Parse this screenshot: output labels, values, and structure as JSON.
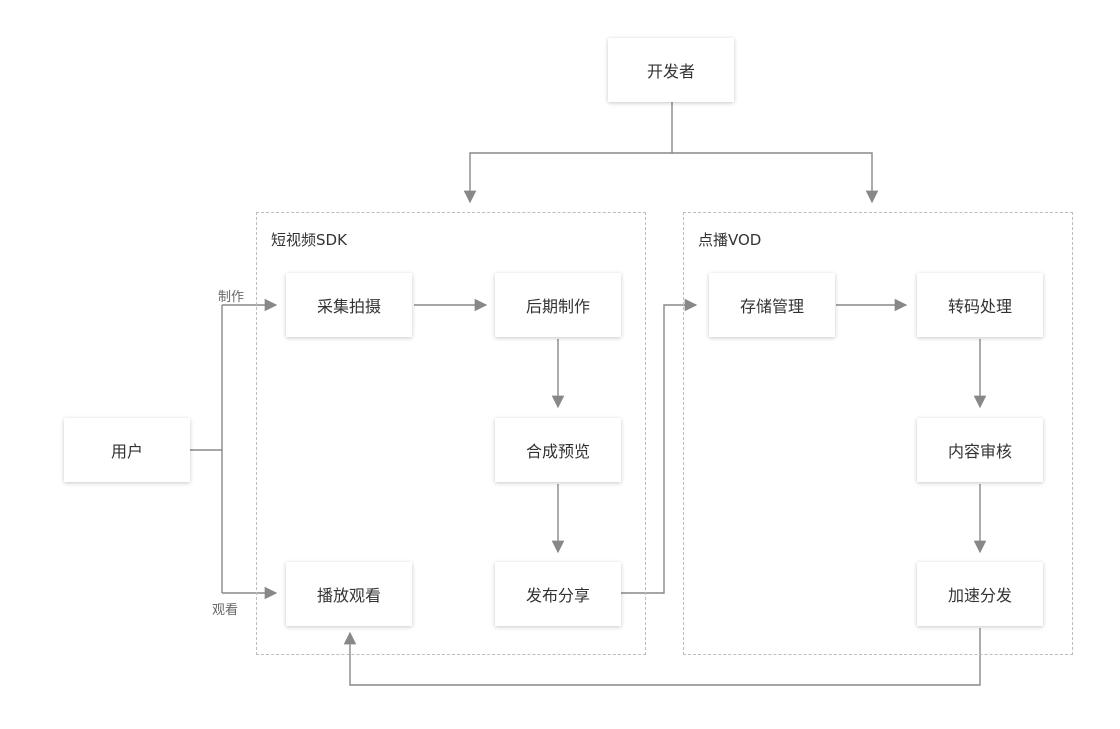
{
  "nodes": {
    "developer": "开发者",
    "user": "用户",
    "capture": "采集拍摄",
    "post_production": "后期制作",
    "compose_preview": "合成预览",
    "publish_share": "发布分享",
    "play_watch": "播放观看",
    "storage_mgmt": "存储管理",
    "transcode": "转码处理",
    "content_review": "内容审核",
    "accelerate_distribute": "加速分发"
  },
  "groups": {
    "sdk": "短视频SDK",
    "vod": "点播VOD"
  },
  "edge_labels": {
    "make": "制作",
    "watch": "观看"
  },
  "colors": {
    "line": "#888888",
    "group_border": "#bdbdbd",
    "text": "#333333",
    "edge_label": "#666666"
  }
}
